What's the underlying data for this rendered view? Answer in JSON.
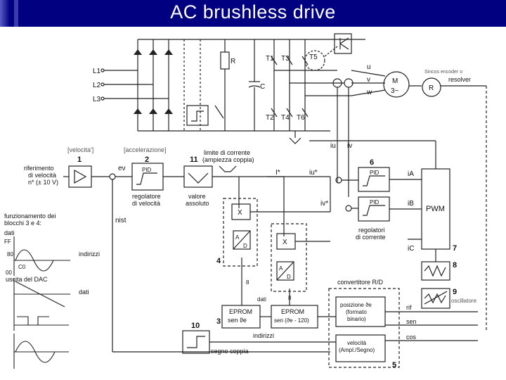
{
  "slide": {
    "title": "AC brushless drive"
  },
  "labels": {
    "l1": "L1",
    "l2": "L2",
    "l3": "L3",
    "r": "R",
    "c": "C",
    "t1": "T1",
    "t2": "T2",
    "t3": "T3",
    "t4": "T4",
    "t5": "T5",
    "t6": "T6",
    "u": "u",
    "v": "v",
    "w": "w",
    "motor": "M",
    "motor_phase": "3~",
    "resolver_r": "R",
    "resolver": "resolver",
    "sincos_encoder": "Sincos encoder o",
    "iu": "iu",
    "iv": "iv",
    "velocita": "[velocita']",
    "accelerazione": "[accelerazione]",
    "limite_line1": "limite di corrente",
    "limite_line2": "(ampiezza coppia)",
    "rif_vel_1": "riferimento",
    "rif_vel_2": "di velocità",
    "rif_vel_3": "n* (± 10 V)",
    "ev": "eν",
    "pid": "PID",
    "reg_vel_1": "regolatore",
    "reg_vel_2": "di velocità",
    "valore_1": "valore",
    "valore_2": "assoluto",
    "nist": "nist",
    "i_star": "I*",
    "iu_star": "iu*",
    "iv_star": "iv*",
    "ia": "iA",
    "ib": "iB",
    "ic": "iC",
    "pwm": "PWM",
    "reg_corr_1": "regolatori",
    "reg_corr_2": "di corrente",
    "x": "X",
    "a": "A",
    "d": "D",
    "funz_1": "funzionamento dei",
    "funz_2": "blocchi 3 e 4:",
    "dati": "dati",
    "ff": "FF",
    "c0": "C0",
    "v80": "80",
    "v00": "00",
    "indirizzi": "indirizzi",
    "uscita_dac": "uscita del DAC",
    "conv_rd": "convertitore R/D",
    "pos_1": "posizione ϑe",
    "pos_2": "(formato",
    "pos_3": "binario)",
    "vel_amp_1": "velocità",
    "vel_amp_2": "(Ampl./Segno)",
    "eprom1_1": "EPROM",
    "eprom1_2": "sen ϑe",
    "eprom2_1": "EPROM",
    "eprom2_2": "sen (ϑe - 120)",
    "segno_coppia": "segno coppia",
    "rif": "rif",
    "sen": "sen",
    "cos": "cos",
    "oscillatore": "oscillatore",
    "n1": "1",
    "n2": "2",
    "n3": "3",
    "n4": "4",
    "n5": "5",
    "n6": "6",
    "n7": "7",
    "n8": "8",
    "n9": "9",
    "n10": "10",
    "n11": "11",
    "bus8": "8"
  }
}
